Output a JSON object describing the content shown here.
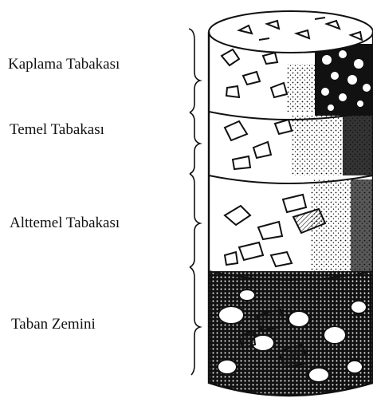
{
  "layers": [
    {
      "id": "kaplama",
      "label": "Kaplama Tabakası"
    },
    {
      "id": "temel",
      "label": "Temel Tabakası"
    },
    {
      "id": "alttemel",
      "label": "Alttemel Tabakası"
    },
    {
      "id": "taban",
      "label": "Taban Zemini"
    }
  ],
  "colors": {
    "ink": "#111111",
    "paper": "#ffffff"
  }
}
